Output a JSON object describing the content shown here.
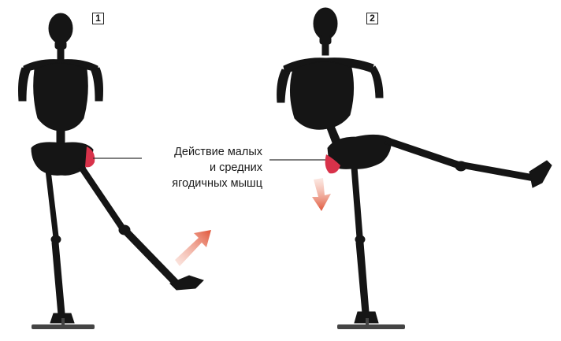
{
  "panels": [
    {
      "number": "1"
    },
    {
      "number": "2"
    }
  ],
  "caption": {
    "line1": "Действие малых",
    "line2": "и средних",
    "line3": "ягодичных мышц"
  },
  "colors": {
    "bone": "#151515",
    "muscle": "#d8324a",
    "arrow": "#e0563a",
    "leader_line": "#333333",
    "base": "#444444"
  }
}
